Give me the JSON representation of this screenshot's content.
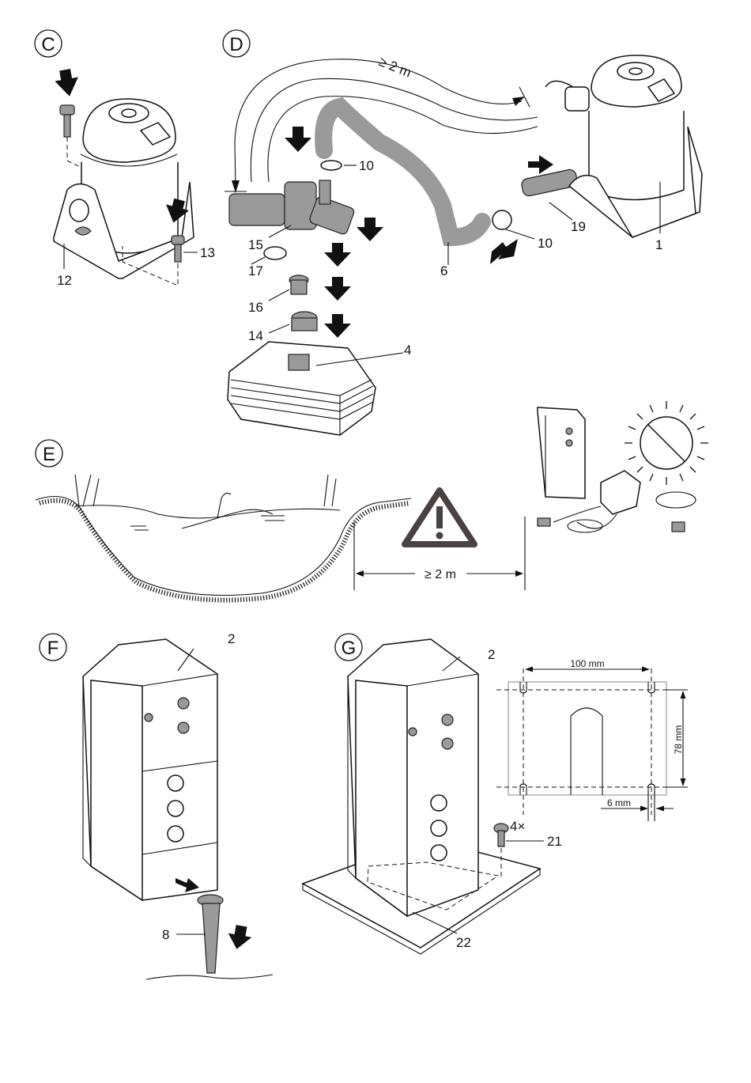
{
  "sections": {
    "C": {
      "badge": "C",
      "labels": {
        "p12": "12",
        "p13": "13"
      }
    },
    "D": {
      "badge": "D",
      "distance": "≥ 2 m",
      "labels": {
        "p10a": "10",
        "p15": "15",
        "p17": "17",
        "p16": "16",
        "p14": "14",
        "p4": "4",
        "p6": "6",
        "p10b": "10",
        "p19": "19",
        "p1": "1"
      }
    },
    "E": {
      "badge": "E",
      "distance": "≥ 2 m",
      "warning_icon": "warning-triangle-icon",
      "sun_icon": "no-sunlight-icon"
    },
    "F": {
      "badge": "F",
      "labels": {
        "p2": "2",
        "p8": "8"
      }
    },
    "G": {
      "badge": "G",
      "labels": {
        "p2": "2",
        "p21": "21",
        "p22": "22",
        "qty": "4×"
      },
      "dimensions": {
        "width": "100 mm",
        "height": "78 mm",
        "slot": "6 mm"
      }
    }
  }
}
